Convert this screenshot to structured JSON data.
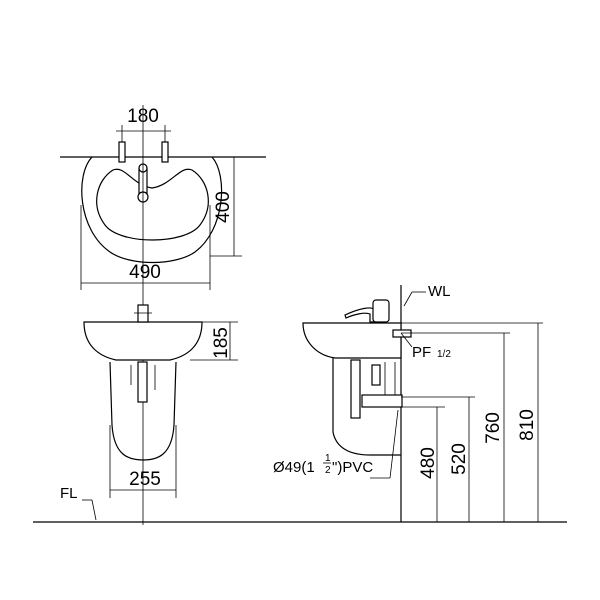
{
  "diagram": {
    "top_view": {
      "tap_spacing": "180",
      "depth": "400",
      "width": "490"
    },
    "front_view": {
      "bowl_height": "185",
      "pedestal_width": "255"
    },
    "side_view": {
      "water_level_label": "WL",
      "supply_label": "PF",
      "supply_size": "1/2",
      "drain_label": "Ø49(1",
      "drain_fraction_num": "1",
      "drain_fraction_den": "2",
      "drain_suffix": "\")PVC",
      "height_480": "480",
      "height_520": "520",
      "height_760": "760",
      "height_810": "810"
    },
    "floor_label": "FL"
  }
}
